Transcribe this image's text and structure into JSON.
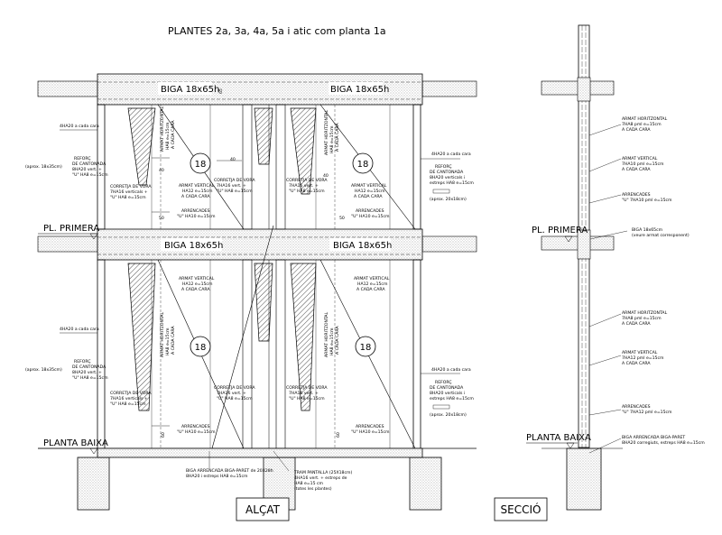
{
  "title": "PLANTES 2a, 3a, 4a, 5a i atic com planta 1a",
  "elevation_label": "ALÇAT",
  "section_label": "SECCIÓ",
  "levels": {
    "pl_primera": "PL. PRIMERA",
    "planta_baixa": "PLANTA BAIXA"
  },
  "beams": {
    "upper_left": "BIGA 18x65h",
    "upper_right": "BIGA 18x65h",
    "lower_left": "BIGA 18x65h",
    "lower_right": "BIGA 18x65h",
    "dim_65": "65"
  },
  "wall_mark": "18",
  "panel": {
    "armat_horitzontal": [
      "ARMAT HORITZONTAL",
      "HA8 e=15cm",
      "A CADA CARA"
    ],
    "armat_vertical": [
      "ARMAT VERTICAL",
      "HA12 e=15cm",
      "A CADA CARA"
    ],
    "arrencades_upper": [
      "ARRENCADES",
      "\"U\" HA10 e=15cm"
    ],
    "arrencades_lower": [
      "ARRENCADES",
      "\"U\" HA10 e=15cm"
    ],
    "corretja_vora": [
      "CORRETJA DE VORA",
      "7HA16 verticals +",
      "\"U\" HA8 e=15cm"
    ],
    "corretja_vora_short": [
      "CORRETJA DE VORA",
      "7HA16 vert. +",
      "\"U\" HA8 e=15cm"
    ],
    "dim_40": "40",
    "dim_50": "50",
    "dim_60": "60"
  },
  "left_notes": {
    "ha20_cada_cara": "4HA20 a cada cara",
    "aprox_size": "(aprox. 18x35cm)",
    "reforc": [
      "REFORÇ",
      "DE CANTONADA",
      "8HA20 vert. +",
      "\"U\" HA8 e=15cm"
    ]
  },
  "right_notes": {
    "ha20_cada_cara": "4HA20 a cada cara",
    "reforc": [
      "REFORÇ",
      "DE CANTONADA",
      "8HA20 verticals i",
      "estreps HA8 e=15cm"
    ],
    "aprox_size": "(aprox. 20x18cm)"
  },
  "bottom_notes": {
    "biga_arrencada": [
      "BIGA ARRENCADA BIGA-PARET de 20X28h",
      "8HA20 i estreps HA8 e=15cm"
    ],
    "tram_pantalla": [
      "TRAM PANTALLA (25X18cm)",
      "4HA16 vert. + estreps de",
      "HA8 e=15 cm",
      "(totes les plantes)"
    ]
  },
  "section_notes": {
    "armat_horitzontal_1": [
      "ARMAT HORITZONTAL",
      "7HA8 pml e=15cm",
      "A CADA CARA"
    ],
    "armat_vertical_1": [
      "ARMAT VERTICAL",
      "7HA10 pml e=15cm",
      "A CADA CARA"
    ],
    "arrencades_1": [
      "ARRENCADES",
      "\"U\" 7HA10 pml e=15cm"
    ],
    "biga_1": [
      "BIGA 18x65cm",
      "(veure armat corresponent)"
    ],
    "armat_horitzontal_2": [
      "ARMAT HORITZONTAL",
      "7HA8 pml e=15cm",
      "A CADA CARA"
    ],
    "armat_vertical_2": [
      "ARMAT VERTICAL",
      "7HA12 pml e=15cm",
      "A CADA CARA"
    ],
    "arrencades_2": [
      "ARRENCADES",
      "\"U\" 7HA12 pml e=15cm"
    ],
    "biga_arrencada": [
      "BIGA ARRENCADA BIGA-PARET",
      "8HA20 corregiuts, estreps HA8 e=15cm"
    ]
  }
}
